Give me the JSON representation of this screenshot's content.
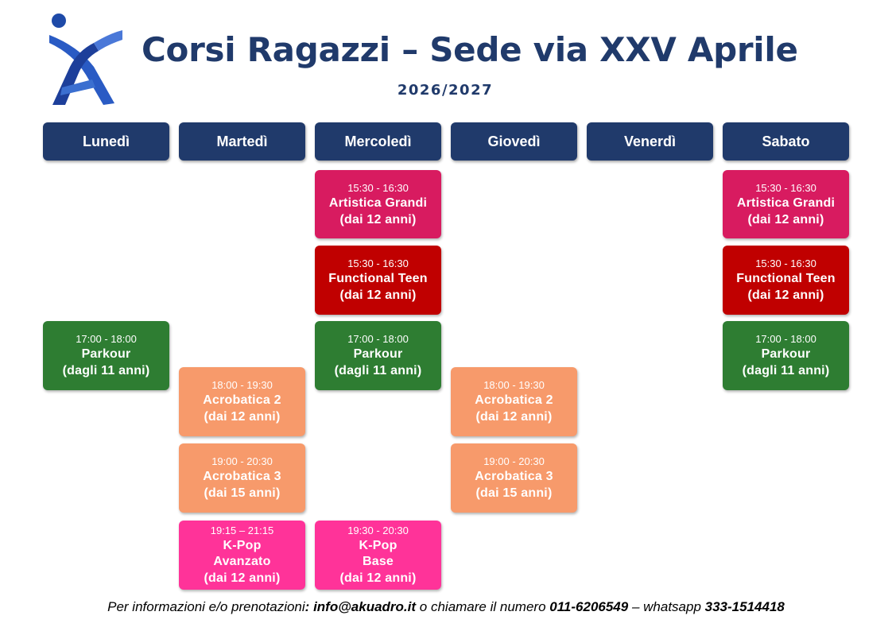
{
  "header": {
    "title": "Corsi Ragazzi – Sede via XXV Aprile",
    "year": "2026/2027"
  },
  "colors": {
    "navy": "#203a6b",
    "artistica": "#d81b60",
    "functional": "#c00000",
    "parkour": "#2e7d32",
    "acrobatica": "#f79a6b",
    "kpop": "#ff3399"
  },
  "days": [
    "Lunedì",
    "Martedì",
    "Mercoledì",
    "Giovedì",
    "Venerdì",
    "Sabato"
  ],
  "courses": {
    "mer_artistica": {
      "time": "15:30 - 16:30",
      "name": "Artistica Grandi",
      "age": "(dai 12 anni)"
    },
    "sab_artistica": {
      "time": "15:30 - 16:30",
      "name": "Artistica Grandi",
      "age": "(dai 12 anni)"
    },
    "mer_functional": {
      "time": "15:30 - 16:30",
      "name": "Functional Teen",
      "age": "(dai 12 anni)"
    },
    "sab_functional": {
      "time": "15:30 - 16:30",
      "name": "Functional Teen",
      "age": "(dai 12 anni)"
    },
    "lun_parkour": {
      "time": "17:00 - 18:00",
      "name": "Parkour",
      "age": "(dagli 11 anni)"
    },
    "mer_parkour": {
      "time": "17:00 - 18:00",
      "name": "Parkour",
      "age": "(dagli 11 anni)"
    },
    "sab_parkour": {
      "time": "17:00 - 18:00",
      "name": "Parkour",
      "age": "(dagli 11 anni)"
    },
    "mar_acro2": {
      "time": "18:00 - 19:30",
      "name": "Acrobatica 2",
      "age": "(dai 12 anni)"
    },
    "gio_acro2": {
      "time": "18:00 - 19:30",
      "name": "Acrobatica 2",
      "age": "(dai 12 anni)"
    },
    "mar_acro3": {
      "time": "19:00 - 20:30",
      "name": "Acrobatica 3",
      "age": "(dai 15 anni)"
    },
    "gio_acro3": {
      "time": "19:00 - 20:30",
      "name": "Acrobatica 3",
      "age": "(dai 15 anni)"
    },
    "mar_kpop": {
      "time": "19:15 – 21:15",
      "name": "K-Pop",
      "name2": "Avanzato",
      "age": "(dai 12 anni)"
    },
    "mer_kpop": {
      "time": "19:30 - 20:30",
      "name": "K-Pop",
      "name2": "Base",
      "age": "(dai 12 anni)"
    }
  },
  "footer": {
    "intro": "Per informazioni e/o prenotazioni",
    "colon": ":",
    "email": "info@akuadro.it",
    "mid": "o chiamare il numero",
    "phone": "011-6206549",
    "whatsapp_label": "– whatsapp",
    "whatsapp": "333-1514418"
  }
}
